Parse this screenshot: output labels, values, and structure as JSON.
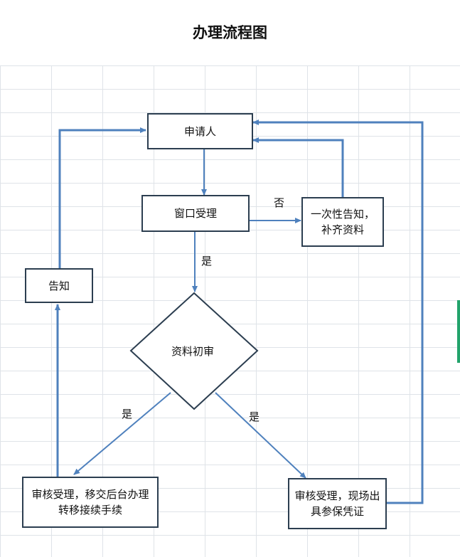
{
  "title": "办理流程图",
  "nodes": {
    "applicant": "申请人",
    "window_accept": "窗口受理",
    "notify_once": "一次性告知，\n补齐资料",
    "material_review": "资料初审",
    "notify": "告知",
    "review_transfer": "审核受理，移交后台办理\n转移接续手续",
    "review_certificate": "审核受理，现场出\n具参保凭证"
  },
  "edge_labels": {
    "no": "否",
    "yes_down": "是",
    "yes_left": "是",
    "yes_right": "是"
  },
  "colors": {
    "arrow": "#4f81bd",
    "box_border": "#2c3e50",
    "grid": "#dfe3e8",
    "scroll_indicator": "#22a36b"
  }
}
